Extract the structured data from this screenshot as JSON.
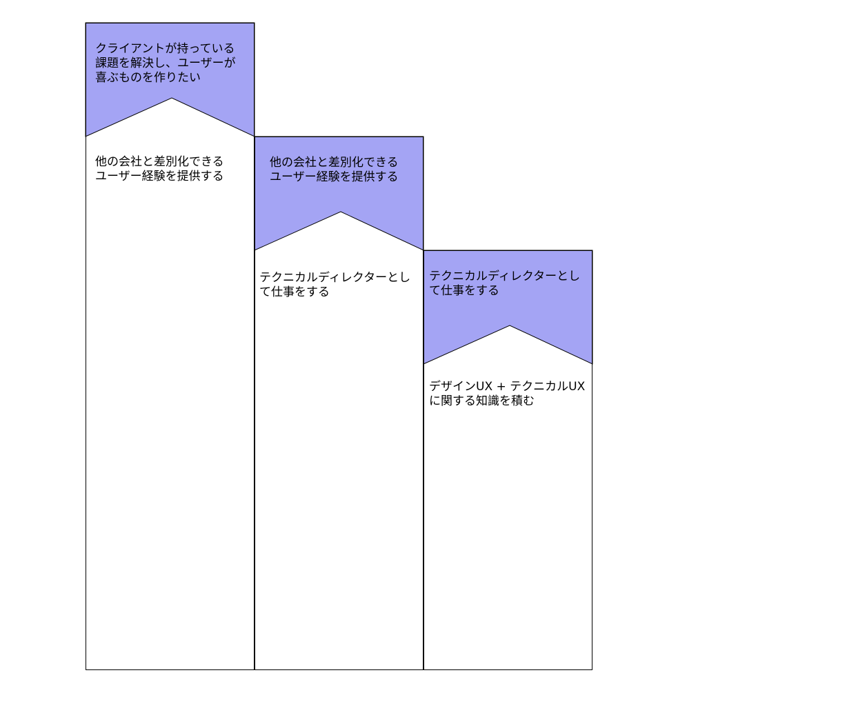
{
  "colors": {
    "header_fill": "#a4a4f4",
    "border": "#000000",
    "background": "#ffffff"
  },
  "columns": [
    {
      "header_text": "クライアントが持っている\n課題を解決し、ユーザーが\n喜ぶものを作りたい",
      "body_text": "他の会社と差別化できる\nユーザー経験を提供する"
    },
    {
      "header_text": "他の会社と差別化できる\nユーザー経験を提供する",
      "body_text": "テクニカルディレクターとし\nて仕事をする"
    },
    {
      "header_text": "テクニカルディレクターとし\nて仕事をする",
      "body_text": "デザインUX + テクニカルUX\nに関する知識を積む"
    }
  ]
}
